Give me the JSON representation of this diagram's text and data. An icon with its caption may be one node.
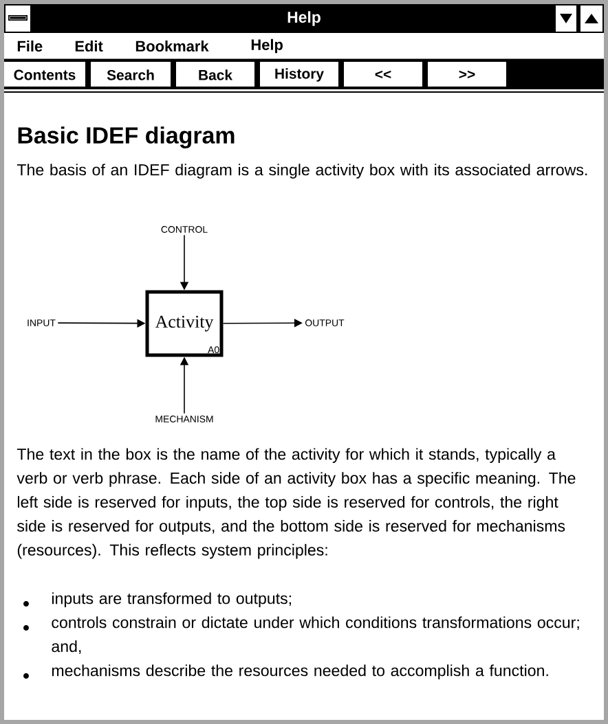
{
  "diagram": {
    "title": "Basic IDEF diagram",
    "nodes": [
      {
        "text": [
          "Activity",
          "A0"
        ]
      },
      {
        "text": [
          "CONTROL"
        ]
      },
      {
        "text": [
          "INPUT"
        ]
      },
      {
        "text": [
          "OUTPUT"
        ]
      },
      {
        "text": [
          "MECHANISM"
        ]
      }
    ],
    "edges": [
      {
        "from": 1,
        "to": 0,
        "arrow": "to"
      },
      {
        "from": 2,
        "to": 0,
        "arrow": "to"
      },
      {
        "from": 0,
        "to": 3,
        "arrow": "to"
      },
      {
        "from": 4,
        "to": 0,
        "arrow": "to"
      }
    ],
    "labels": [
      "Help",
      "File",
      "Edit",
      "Bookmark",
      "Help",
      "Contents",
      "Search",
      "Back",
      "History",
      "<<",
      ">>",
      "The basis of an IDEF diagram is a single activity box with its associated arrows.",
      "The text in the box is the name of the activity for which it stands, typically a verb or verb phrase. Each side of an activity box has a specific meaning. The left side is reserved for inputs, the top side is reserved for controls, the right side is reserved for outputs, and the bottom side is reserved for mechanisms (resources). This reflects system principles:",
      "inputs are transformed to outputs;",
      "controls constrain or dictate under which conditions transformations occur; and,",
      "mechanisms describe the resources needed to accomplish a function."
    ]
  }
}
